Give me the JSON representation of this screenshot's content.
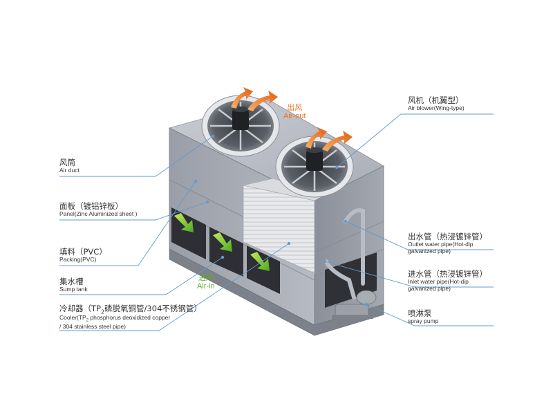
{
  "air_out": {
    "cn": "出风",
    "en": "Air-out",
    "color": "#e8731e"
  },
  "air_in": {
    "cn": "进风",
    "en": "Air-in",
    "color": "#5caa2e"
  },
  "labels_left": [
    {
      "cn": "风筒",
      "en": "Air duct"
    },
    {
      "cn": "面板（镀铝锌板）",
      "en": "Panel(Zinc Aluminized sheet )"
    },
    {
      "cn": "填料（PVC）",
      "en": "Packing(PVC)"
    },
    {
      "cn": "集水槽",
      "en": "Sump tank"
    },
    {
      "cn_pre": "冷却器（TP",
      "cn_sub": "2",
      "cn_post": "磷脱氧铜管/304不锈钢管）",
      "en_pre": "Cooler(TP",
      "en_sub": "2",
      "en_post": " phosphorus deoxidized copper",
      "en2": "/ 304 stainless steel pipe)"
    }
  ],
  "labels_right": [
    {
      "cn": "风机（机翼型）",
      "en": "Air blower(Wing-type)"
    },
    {
      "cn": "出水管（热浸镀锌管）",
      "en": "Outlet water pipe(Hot-dip",
      "en2": "galvanized pipe)"
    },
    {
      "cn": "进水管（热浸镀锌管）",
      "en": "Inlet water pipe(Hot-dip",
      "en2": "galvanized pipe)"
    },
    {
      "cn": "喷淋泵",
      "en": "spray pump"
    }
  ],
  "colors": {
    "leader": "#5f9bd0",
    "arrow_out": "#ec7a26",
    "arrow_in": "#5fbf2a"
  }
}
